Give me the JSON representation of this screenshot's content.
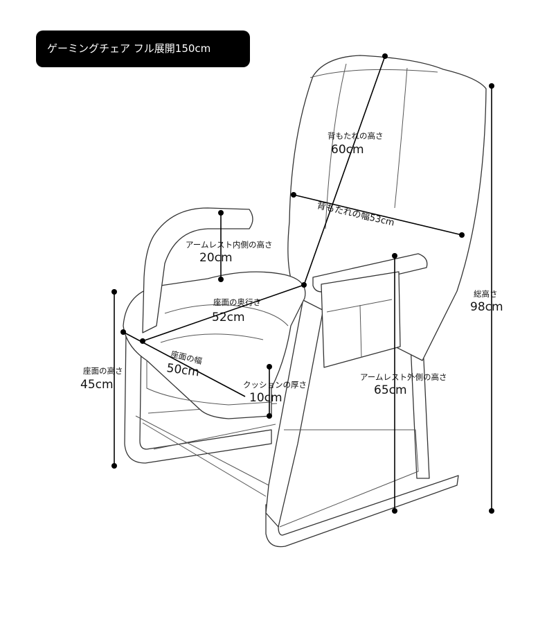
{
  "title": "ゲーミングチェア フル展開150cm",
  "dimensions": {
    "backrest_height": {
      "label": "背もたれの高さ",
      "value": "60cm"
    },
    "backrest_width": {
      "label": "背もたれの幅53cm"
    },
    "armrest_inner_height": {
      "label": "アームレスト内側の高さ",
      "value": "20cm"
    },
    "seat_depth": {
      "label": "座面の奥行き",
      "value": "52cm"
    },
    "seat_width": {
      "label": "座面の幅",
      "value": "50cm"
    },
    "seat_height": {
      "label": "座面の高さ",
      "value": "45cm"
    },
    "cushion_thickness": {
      "label": "クッションの厚さ",
      "value": "10cm"
    },
    "armrest_outer_height": {
      "label": "アームレスト外側の高さ",
      "value": "65cm"
    },
    "total_height": {
      "label": "総高さ",
      "value": "98cm"
    }
  }
}
